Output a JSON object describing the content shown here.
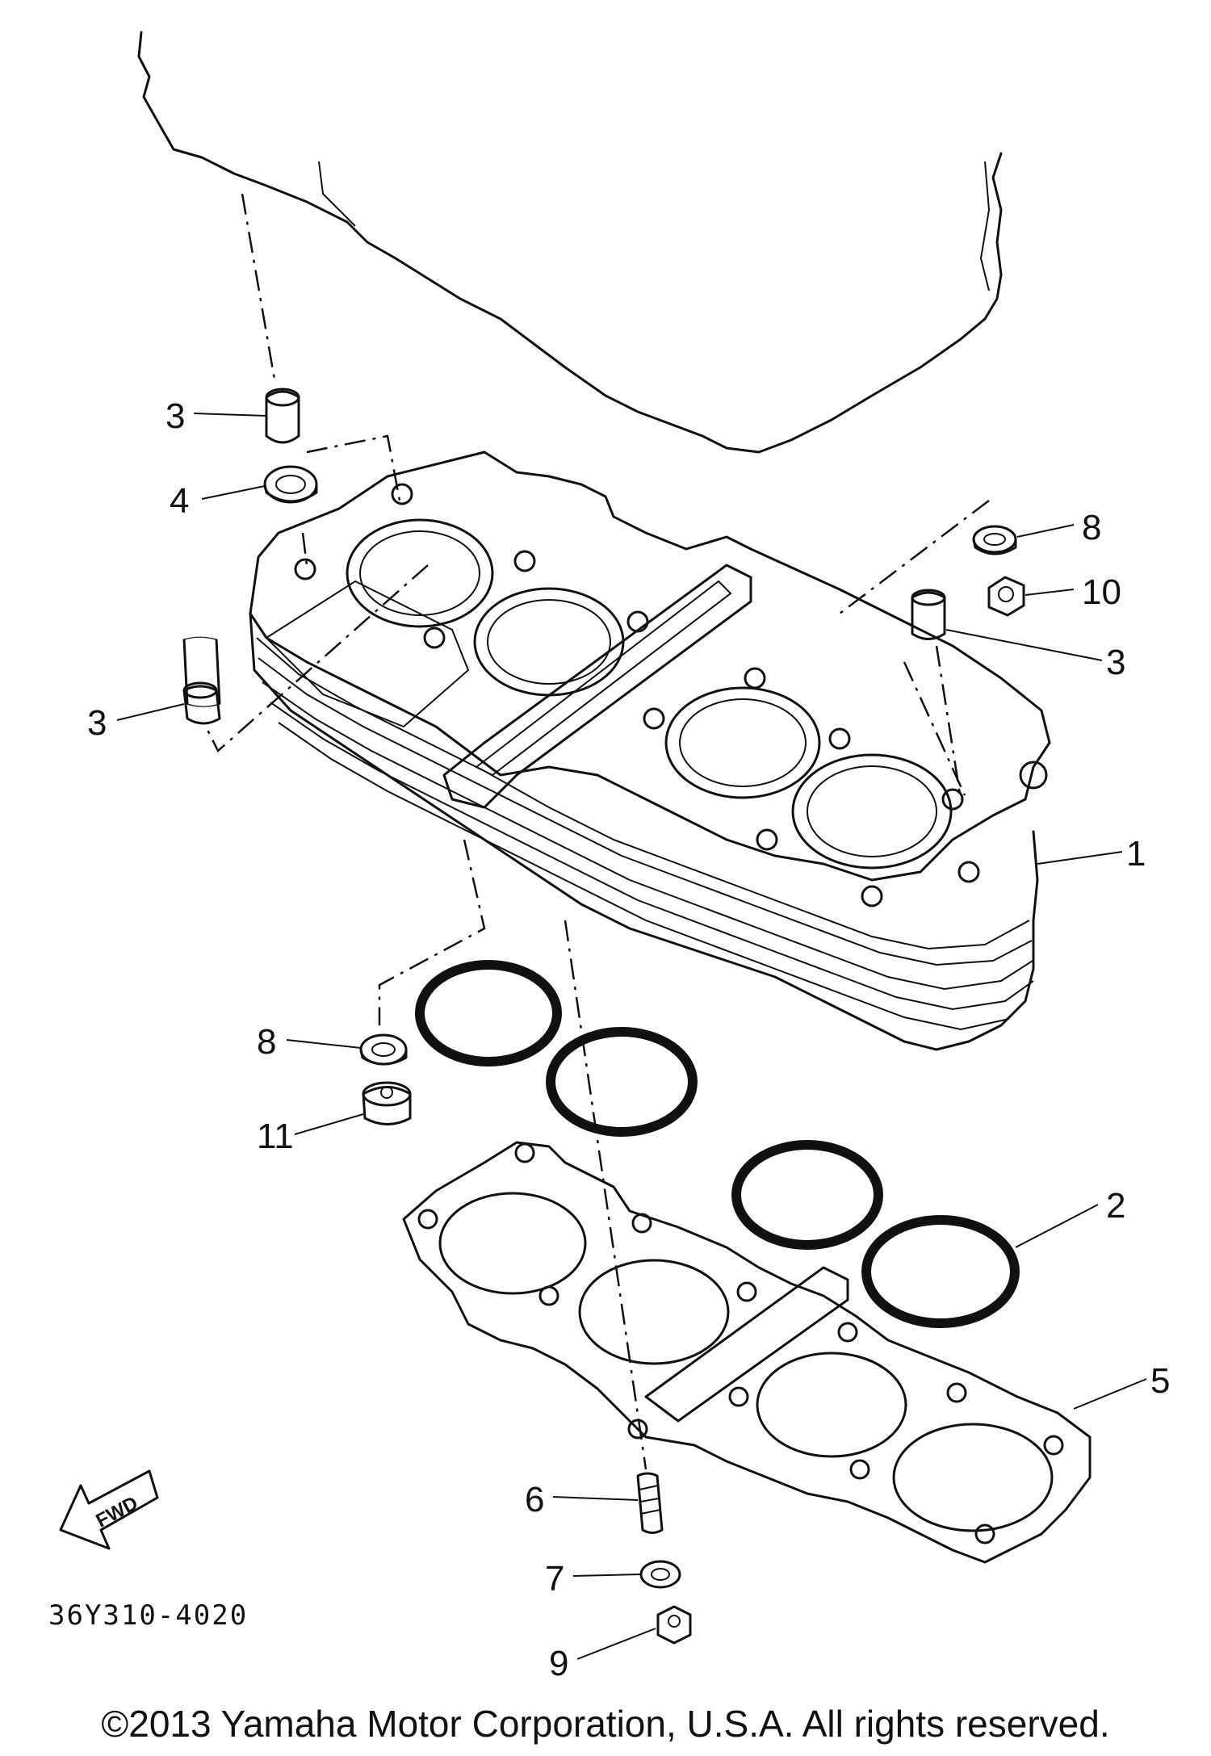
{
  "diagram": {
    "part_code": "36Y310-4020",
    "fwd_label": "FWD",
    "copyright": "©2013 Yamaha Motor Corporation, U.S.A. All rights reserved."
  },
  "callouts": [
    {
      "id": "c3a",
      "label": "3"
    },
    {
      "id": "c4",
      "label": "4"
    },
    {
      "id": "c3b",
      "label": "3"
    },
    {
      "id": "c8a",
      "label": "8"
    },
    {
      "id": "c10",
      "label": "10"
    },
    {
      "id": "c3c",
      "label": "3"
    },
    {
      "id": "c1",
      "label": "1"
    },
    {
      "id": "c8b",
      "label": "8"
    },
    {
      "id": "c11",
      "label": "11"
    },
    {
      "id": "c2",
      "label": "2"
    },
    {
      "id": "c5",
      "label": "5"
    },
    {
      "id": "c6",
      "label": "6"
    },
    {
      "id": "c7",
      "label": "7"
    },
    {
      "id": "c9",
      "label": "9"
    }
  ]
}
